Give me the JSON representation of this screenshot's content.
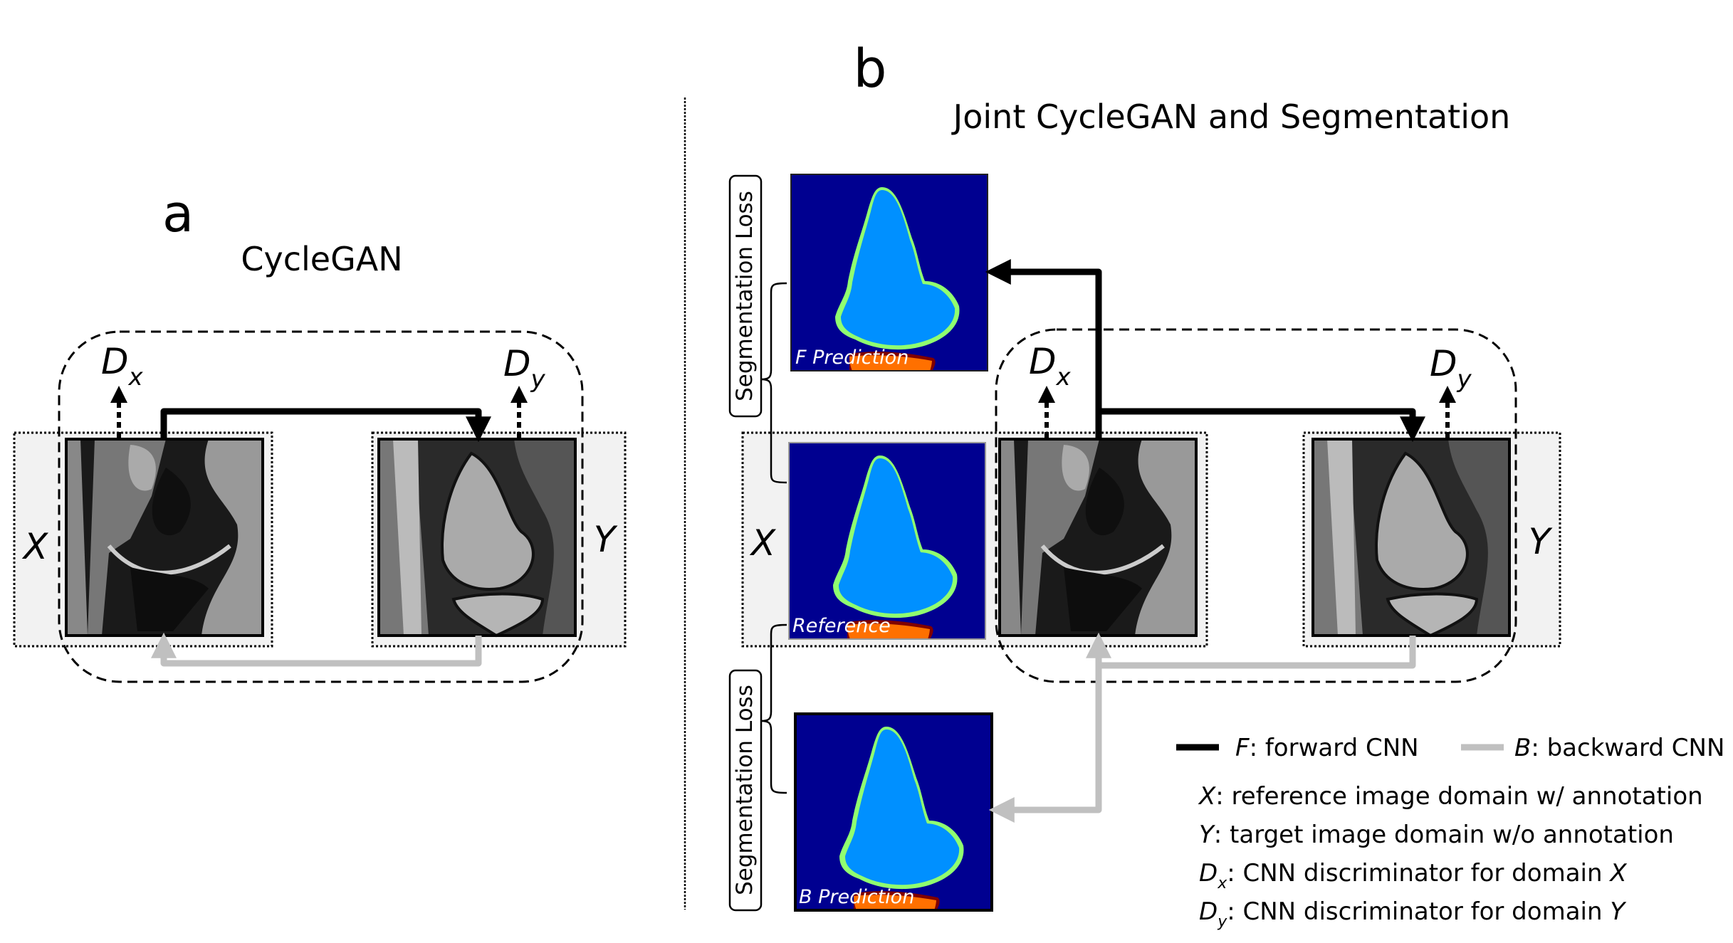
{
  "panel_a": {
    "letter": "a",
    "title": "CycleGAN",
    "domain_x": "X",
    "domain_y": "Y",
    "disc_x": {
      "base": "D",
      "sub": "x"
    },
    "disc_y": {
      "base": "D",
      "sub": "y"
    }
  },
  "panel_b": {
    "letter": "b",
    "title": "Joint CycleGAN and Segmentation",
    "domain_x": "X",
    "domain_y": "Y",
    "disc_x": {
      "base": "D",
      "sub": "x"
    },
    "disc_y": {
      "base": "D",
      "sub": "y"
    },
    "seg_loss_top": "Segmentation Loss",
    "seg_loss_bottom": "Segmentation Loss",
    "f_prediction_label": "F Prediction",
    "reference_label": "Reference",
    "b_prediction_label": "B Prediction"
  },
  "legend": {
    "forward": {
      "symbol": "F",
      "text": ": forward CNN",
      "color": "#000000"
    },
    "backward": {
      "symbol": "B",
      "text": ": backward CNN",
      "color": "#c0c0c0"
    },
    "defs": [
      {
        "symbol": "X",
        "sub": "",
        "text": ": reference image domain w/ annotation"
      },
      {
        "symbol": "Y",
        "sub": "",
        "text": ": target image domain w/o annotation"
      },
      {
        "symbol": "D",
        "sub": "x",
        "text": ": CNN discriminator for domain ",
        "tail": "X"
      },
      {
        "symbol": "D",
        "sub": "y",
        "text": ": CNN discriminator for domain ",
        "tail": "Y"
      }
    ]
  },
  "colors": {
    "forward": "#000000",
    "backward": "#c0c0c0",
    "seg_background": "#000090",
    "femur": "#0090ff",
    "cartilage": "#90ff70",
    "tibia": "#ff7000",
    "tibia_cartilage": "#800000",
    "domain_box_fill": "#f2f2f2"
  }
}
